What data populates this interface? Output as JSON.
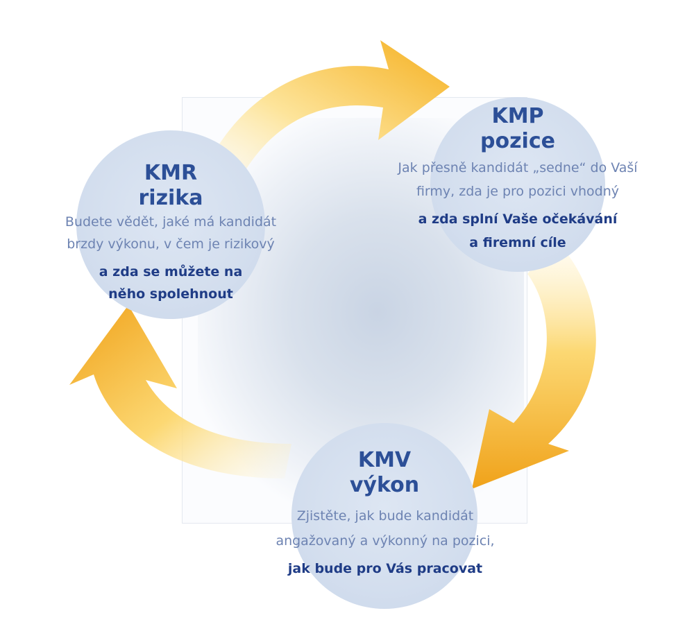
{
  "kmr": {
    "code": "KMR",
    "name": "rizika",
    "desc1": "Budete vědět, jaké má kandidát",
    "desc2": "brzdy výkonu, v čem je rizikový",
    "bold1": "a zda se můžete na",
    "bold2": "něho spolehnout"
  },
  "kmp": {
    "code": "KMP",
    "name": "pozice",
    "desc1": "Jak přesně kandidát „sedne“ do Vaší",
    "desc2": "firmy, zda je pro pozici vhodný",
    "bold1": "a zda splní Vaše očekávání",
    "bold2": "a firemní cíle"
  },
  "kmv": {
    "code": "KMV",
    "name": "výkon",
    "desc1": "Zjistěte, jak bude kandidát",
    "desc2": "angažovaný a výkonný na pozici,",
    "bold1": "jak bude pro Vás pracovat"
  },
  "colors": {
    "arrow_light": "#fde49a",
    "arrow_mid": "#f9c33a",
    "arrow_dark": "#f0a21a",
    "heading": "#2c4f97",
    "text": "#6d83b2",
    "bold_text": "#1f3c86"
  }
}
